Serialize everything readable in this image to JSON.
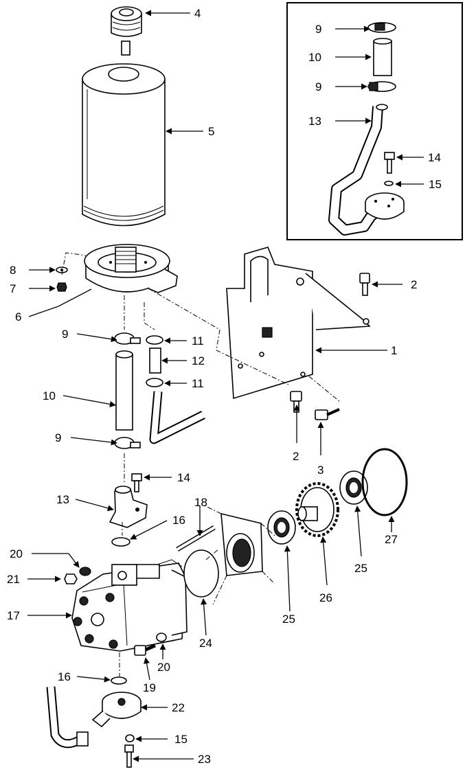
{
  "callouts": {
    "c1": "1",
    "c2a": "2",
    "c2b": "2",
    "c3": "3",
    "c4": "4",
    "c5": "5",
    "c6": "6",
    "c7": "7",
    "c8": "8",
    "c9a": "9",
    "c9b": "9",
    "c9c": "9",
    "c9d": "9",
    "c10a": "10",
    "c10b": "10",
    "c11a": "11",
    "c11b": "11",
    "c12": "12",
    "c13a": "13",
    "c13b": "13",
    "c14a": "14",
    "c14b": "14",
    "c15a": "15",
    "c15b": "15",
    "c16a": "16",
    "c16b": "16",
    "c17": "17",
    "c18": "18",
    "c19": "19",
    "c20a": "20",
    "c20b": "20",
    "c21": "21",
    "c22": "22",
    "c23": "23",
    "c24": "24",
    "c25a": "25",
    "c25b": "25",
    "c26": "26",
    "c27": "27"
  }
}
